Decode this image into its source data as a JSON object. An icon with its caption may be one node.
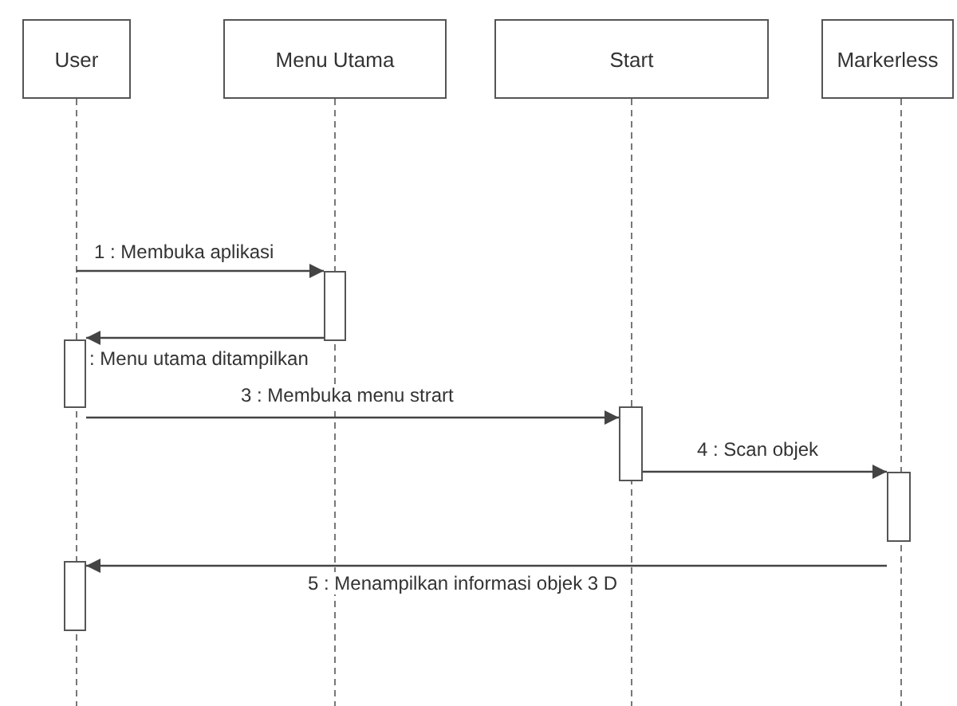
{
  "diagram": {
    "nodes": [
      {
        "text": [
          "User"
        ]
      },
      {
        "text": [
          "Menu Utama"
        ]
      },
      {
        "text": [
          "Start"
        ]
      },
      {
        "text": [
          "Markerless"
        ]
      },
      {
        "text": [],
        "shape": "bar"
      },
      {
        "text": [],
        "shape": "bar"
      },
      {
        "text": [],
        "shape": "bar"
      },
      {
        "text": [],
        "shape": "bar"
      },
      {
        "text": [],
        "shape": "bar"
      }
    ],
    "edges": [
      {
        "from": null,
        "to": 4,
        "arrow": "to",
        "label": "1 : Membuka aplikasi"
      },
      {
        "from": 4,
        "to": 5,
        "arrow": "to",
        "label": ": Menu utama ditampilkan"
      },
      {
        "from": 5,
        "to": 6,
        "arrow": "to",
        "label": "3 : Membuka menu strart"
      },
      {
        "from": 6,
        "to": 7,
        "arrow": "to",
        "label": "4 : Scan objek"
      },
      {
        "from": 7,
        "to": 8,
        "arrow": "to",
        "label": "5 : Menampilkan informasi objek 3 D"
      }
    ]
  }
}
